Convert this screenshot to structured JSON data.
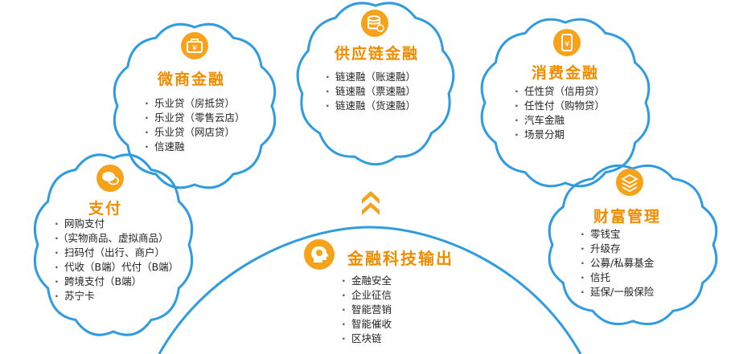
{
  "center": {
    "title": "金融科技输出",
    "icon": "brain-head-icon",
    "items": [
      "金融安全",
      "企业征信",
      "智能营销",
      "智能催收",
      "区块链"
    ]
  },
  "clouds": {
    "weishang": {
      "title": "微商金融",
      "icon": "briefcase-yen-icon",
      "items": [
        "乐业贷（房抵贷）",
        "乐业贷（零售云店）",
        "乐业贷（网店贷）",
        "信速融"
      ]
    },
    "supply": {
      "title": "供应链金融",
      "icon": "coin-stack-icon",
      "items": [
        "链速融（账速融）",
        "链速融（票速融）",
        "链速融（货速融）"
      ]
    },
    "consumer": {
      "title": "消费金融",
      "icon": "yen-receipt-icon",
      "items": [
        "任性贷（信用贷）",
        "任性付（购物贷）",
        "汽车金融",
        "场景分期"
      ]
    },
    "payment": {
      "title": "支付",
      "icon": "chat-bubbles-icon",
      "items": [
        "网购支付",
        "（实物商品、虚拟商品）",
        "扫码付（出行、商户）",
        "代收（B端）代付（B端）",
        "跨境支付（B端）",
        "苏宁卡"
      ]
    },
    "wealth": {
      "title": "财富管理",
      "icon": "layered-boxes-icon",
      "items": [
        "零钱宝",
        "升级存",
        "公募/私募基金",
        "信托",
        "延保/一般保险"
      ]
    }
  },
  "colors": {
    "outline": "#2f9be0",
    "accent": "#f08c00",
    "icon_bg": "#f6a31b"
  },
  "arrow_icon": "double-chevron-up-icon"
}
